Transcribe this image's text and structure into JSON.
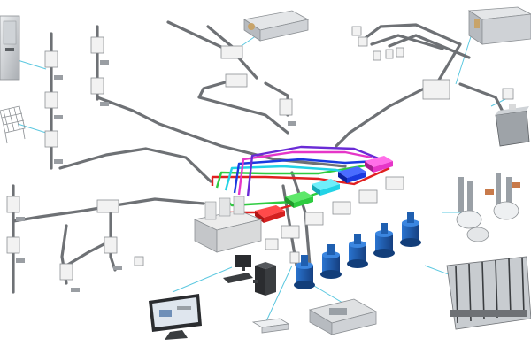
{
  "diagram": {
    "colors": {
      "pipe": "#6e7175",
      "pipe_highlight": "#9aa0a6",
      "connector": "#5cc8e0",
      "box_face": "#f2f2f2",
      "box_edge": "#8c9094",
      "pump_blue": "#1f5fb0",
      "pump_dark": "#123e7a",
      "cable_red": "#e02020",
      "cable_green": "#2ecc40",
      "cable_cyan": "#22d3e6",
      "cable_blue": "#1a3ae0",
      "cable_magenta": "#e636c8",
      "cable_purple": "#6a2bd6",
      "controller_gray": "#d9dadb"
    },
    "hubs": [
      {
        "id": "hub-red",
        "color": "cable_red"
      },
      {
        "id": "hub-green",
        "color": "cable_green"
      },
      {
        "id": "hub-cyan",
        "color": "cable_cyan"
      },
      {
        "id": "hub-blue",
        "color": "cable_blue"
      },
      {
        "id": "hub-magenta",
        "color": "cable_magenta"
      }
    ],
    "pump_count": 5,
    "sensor_groups": [
      "left-column-top",
      "left-column-mid",
      "left-column-bottom",
      "top-center",
      "top-right"
    ],
    "icons": [
      "cabinet-icon",
      "basket-icon",
      "dryer-unit-icon",
      "monitor-icon",
      "pc-tower-icon",
      "keyboard-icon",
      "router-icon",
      "control-box-icon",
      "mixer-machine-icon",
      "production-line-icon",
      "hopper-icon"
    ]
  }
}
